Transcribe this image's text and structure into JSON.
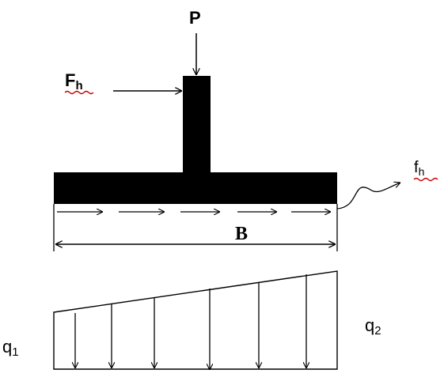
{
  "diagram": {
    "labels": {
      "vertical_load": "P",
      "horizontal_force_main": "F",
      "horizontal_force_main_sub": "h",
      "horizontal_force_base": "f",
      "horizontal_force_base_sub": "h",
      "width": "B",
      "pressure_left": "q",
      "pressure_left_sub": "1",
      "pressure_right": "q",
      "pressure_right_sub": "2"
    },
    "colors": {
      "ink": "#000000",
      "spellcheck_underline": "#cc0000",
      "background": "#ffffff"
    },
    "icons": {
      "load_arrow": "arrow-down",
      "force_arrow": "arrow-right",
      "dimension_arrow": "double-headed-arrow"
    }
  }
}
